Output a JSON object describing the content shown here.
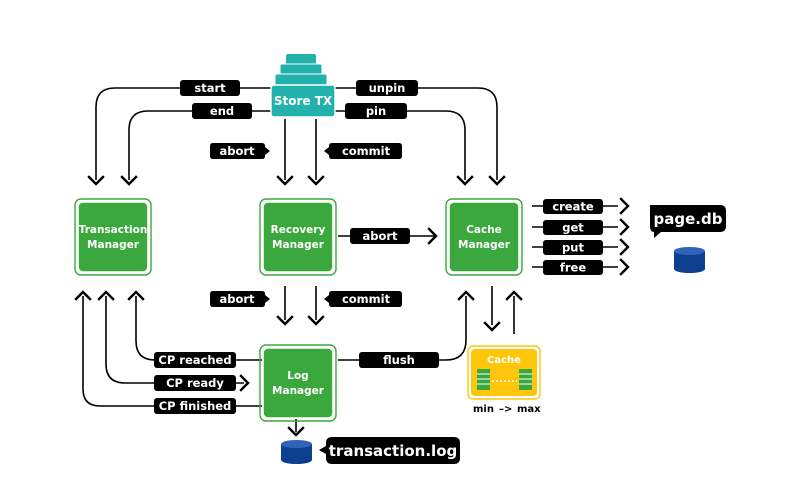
{
  "colors": {
    "component": "#3aa83d",
    "store": "#22b2ab",
    "cache": "#ffc60b",
    "database": "#0d3f8f",
    "label": "#000000"
  },
  "nodes": {
    "store_tx": "Store TX",
    "transaction_manager": [
      "Transaction",
      "Manager"
    ],
    "recovery_manager": [
      "Recovery",
      "Manager"
    ],
    "cache_manager": [
      "Cache",
      "Manager"
    ],
    "log_manager": [
      "Log",
      "Manager"
    ],
    "cache": "Cache",
    "cache_range": {
      "min": "min",
      "arrow": "–>",
      "max": "max"
    }
  },
  "files": {
    "page_db": "page.db",
    "transaction_log": "transaction.log"
  },
  "labels": {
    "start": "start",
    "end": "end",
    "unpin": "unpin",
    "pin": "pin",
    "abort_top": "abort",
    "commit_top": "commit",
    "abort_mid": "abort",
    "create": "create",
    "get": "get",
    "put": "put",
    "free": "free",
    "abort_bottom": "abort",
    "commit_bottom": "commit",
    "cp_reached": "CP reached",
    "cp_ready": "CP ready",
    "cp_finished": "CP finished",
    "flush": "flush"
  }
}
